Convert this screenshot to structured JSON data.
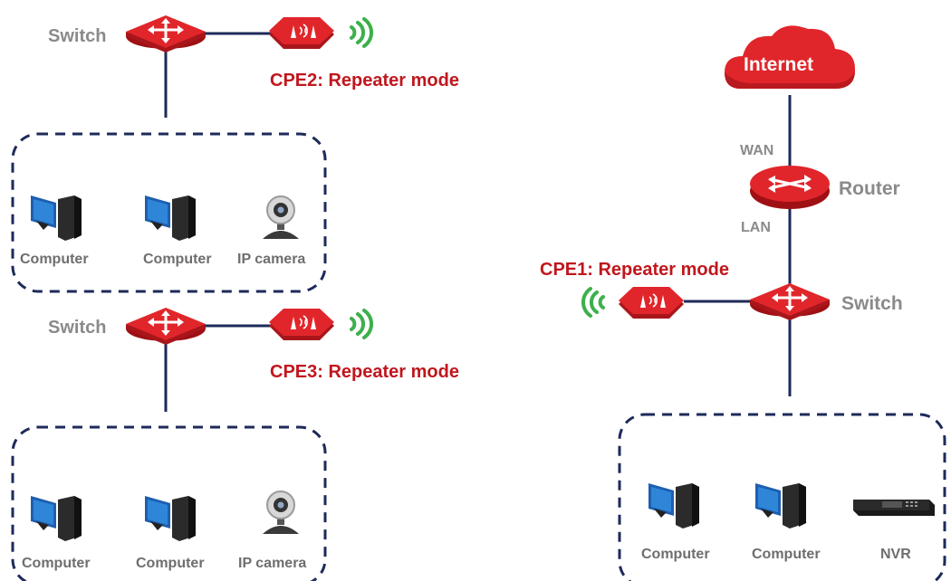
{
  "colors": {
    "device_red": "#e1262b",
    "link": "#1e2a5a",
    "label_red": "#c0171d",
    "label_gray": "#8a8a8a",
    "wifi_green": "#3db04b"
  },
  "labels": {
    "switch_top": "Switch",
    "cpe2": "CPE2: Repeater mode",
    "switch_middle": "Switch",
    "cpe3": "CPE3: Repeater mode",
    "internet": "Internet",
    "wan": "WAN",
    "router": "Router",
    "lan": "LAN",
    "cpe1": "CPE1: Repeater mode",
    "switch_right": "Switch"
  },
  "groups": {
    "top_left": [
      "Computer",
      "Computer",
      "IP camera"
    ],
    "bottom_left": [
      "Computer",
      "Computer",
      "IP camera"
    ],
    "bottom_right": [
      "Computer",
      "Computer",
      "NVR"
    ]
  },
  "icons": {
    "switch": "switch-icon",
    "router": "router-icon",
    "cpe": "cpe-icon",
    "cloud": "cloud-icon",
    "computer": "computer-icon",
    "camera": "ip-camera-icon",
    "nvr": "nvr-icon",
    "wifi": "wifi-waves-icon"
  }
}
